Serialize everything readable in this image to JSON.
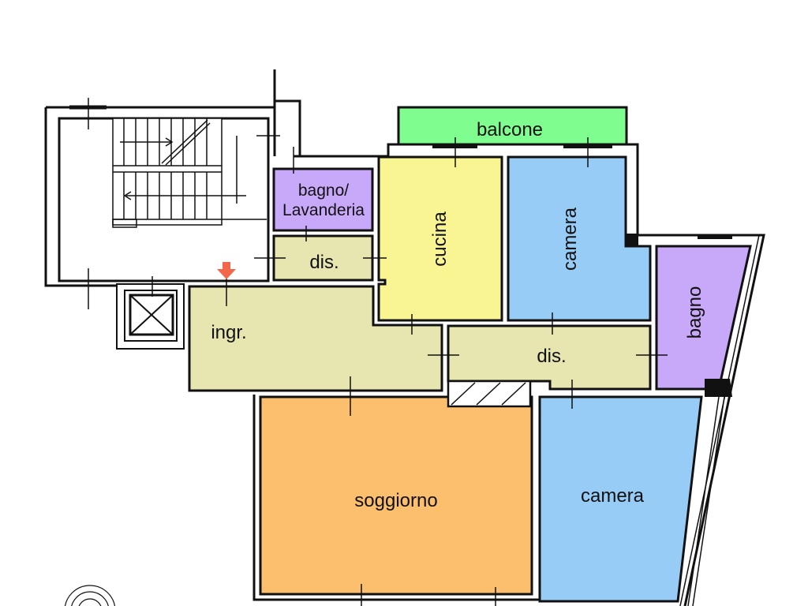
{
  "rooms": {
    "balcone": {
      "label": "balcone",
      "color": "#7ffd8f"
    },
    "bagno_lavanderia": {
      "label_line1": "bagno/",
      "label_line2": "Lavanderia",
      "color": "#c8a8f8"
    },
    "dis_small": {
      "label": "dis.",
      "color": "#e8e6b0"
    },
    "cucina": {
      "label": "cucina",
      "color": "#f9f592"
    },
    "camera_top": {
      "label": "camera",
      "color": "#97ccf7"
    },
    "bagno": {
      "label": "bagno",
      "color": "#c8a8f8"
    },
    "ingr": {
      "label": "ingr.",
      "color": "#e8e6b0"
    },
    "dis_large": {
      "label": "dis.",
      "color": "#e8e6b0"
    },
    "soggiorno": {
      "label": "soggiorno",
      "color": "#fcbf6e"
    },
    "camera_bottom": {
      "label": "camera",
      "color": "#97ccf7"
    }
  },
  "colors": {
    "wall": "#111111",
    "entrance_arrow": "#f4664a"
  },
  "icons": {
    "entrance": "arrow-down-icon",
    "elevator": "elevator-icon",
    "compass": "compass-icon"
  }
}
